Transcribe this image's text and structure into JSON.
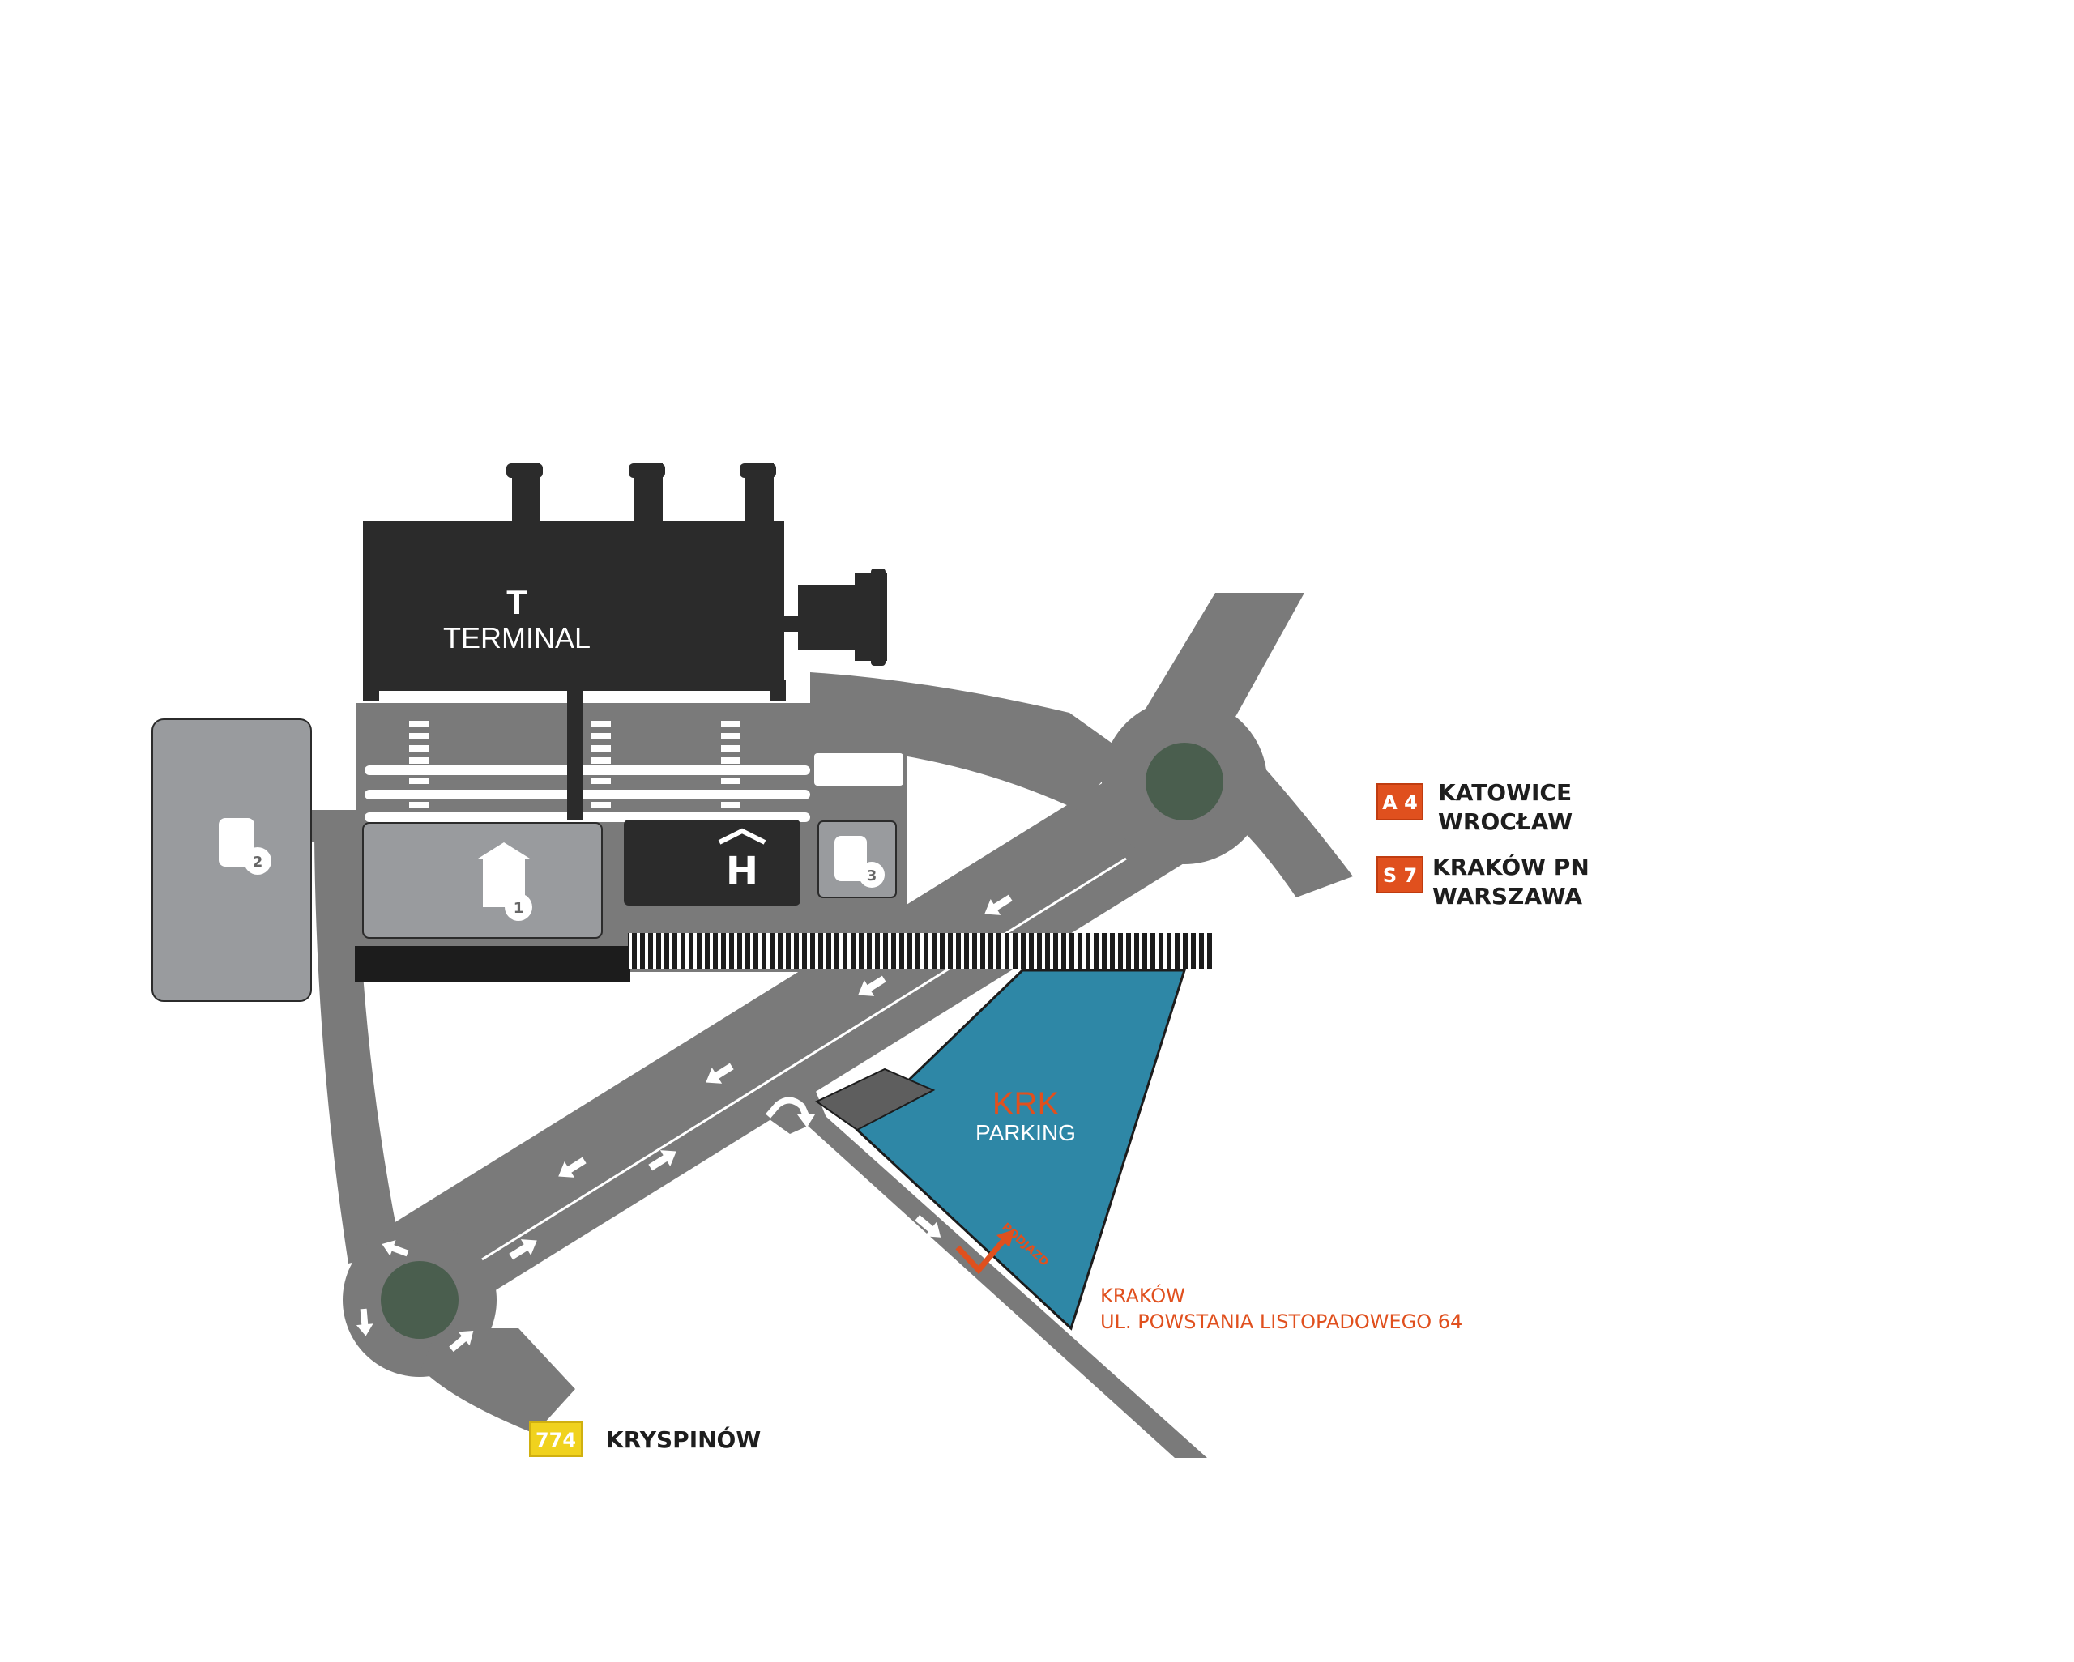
{
  "colors": {
    "road": "#7a7a7a",
    "building": "#2b2b2b",
    "parking_lot": "#999b9e",
    "roundabout_center": "#4a5e4e",
    "krk_lot": "#2e87a6",
    "accent": "#e0501e",
    "badge_yellow": "#f0d21e",
    "rail": "#1c1c1c"
  },
  "terminal": {
    "letter": "T",
    "name": "TERMINAL"
  },
  "parkings": {
    "p1": {
      "letter": "P",
      "number": "1",
      "icon": "covered-parking-icon"
    },
    "p2": {
      "letter": "P",
      "number": "2",
      "icon": "parking-icon"
    },
    "p3": {
      "letter": "P",
      "number": "3",
      "icon": "parking-icon"
    }
  },
  "hotel": {
    "letter": "H",
    "icon": "hotel-icon"
  },
  "krk_parking": {
    "title": "KRK",
    "subtitle": "PARKING",
    "entrance_sign": "PODJAZD"
  },
  "destinations": {
    "a4": {
      "badge": "A 4",
      "line1": "KATOWICE",
      "line2": "WROCŁAW"
    },
    "s7": {
      "badge": "S 7",
      "line1": "KRAKÓW PN",
      "line2": "WARSZAWA"
    },
    "r774": {
      "badge": "774",
      "line1": "KRYSPINÓW"
    },
    "krakow": {
      "line1": "KRAKÓW",
      "line2": "UL. POWSTANIA LISTOPADOWEGO 64"
    }
  }
}
